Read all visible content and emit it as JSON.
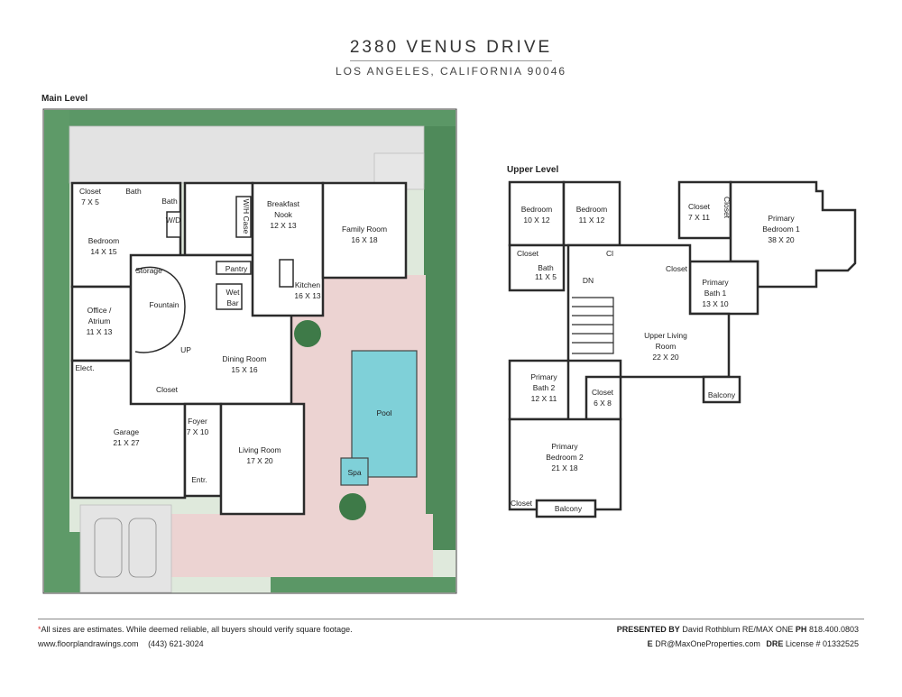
{
  "header": {
    "title": "2380 VENUS DRIVE",
    "subtitle": "LOS ANGELES, CALIFORNIA 90046"
  },
  "main_level": {
    "label": "Main Level",
    "rooms": [
      {
        "name": "Closet",
        "dims": "7 X 5"
      },
      {
        "name": "Bath",
        "dims": ""
      },
      {
        "name": "Bath",
        "dims": ""
      },
      {
        "name": "W/D",
        "dims": ""
      },
      {
        "name": "W/H Case",
        "dims": ""
      },
      {
        "name": "Bedroom",
        "dims": "14 X 15"
      },
      {
        "name": "Storage",
        "dims": ""
      },
      {
        "name": "Fountain",
        "dims": ""
      },
      {
        "name": "Office / Atrium",
        "dims": "11 X 13"
      },
      {
        "name": "UP",
        "dims": ""
      },
      {
        "name": "Elect.",
        "dims": ""
      },
      {
        "name": "Closet",
        "dims": ""
      },
      {
        "name": "Garage",
        "dims": "21 X 27"
      },
      {
        "name": "Breakfast Nook",
        "dims": "12 X 13"
      },
      {
        "name": "Family Room",
        "dims": "16 X 18"
      },
      {
        "name": "Pantry",
        "dims": ""
      },
      {
        "name": "Wet Bar",
        "dims": ""
      },
      {
        "name": "Kitchen",
        "dims": "16 X 13"
      },
      {
        "name": "Dining Room",
        "dims": "15 X 16"
      },
      {
        "name": "Foyer",
        "dims": "7 X 10"
      },
      {
        "name": "Entr.",
        "dims": ""
      },
      {
        "name": "Living Room",
        "dims": "17 X 20"
      },
      {
        "name": "Pool",
        "dims": ""
      },
      {
        "name": "Spa",
        "dims": ""
      }
    ]
  },
  "upper_level": {
    "label": "Upper Level",
    "rooms": [
      {
        "name": "Bedroom",
        "dims": "10 X 12"
      },
      {
        "name": "Bedroom",
        "dims": "11 X 12"
      },
      {
        "name": "Closet",
        "dims": "7 X 11"
      },
      {
        "name": "Closet",
        "dims": ""
      },
      {
        "name": "Primary Bedroom 1",
        "dims": "38 X 20"
      },
      {
        "name": "Closet",
        "dims": ""
      },
      {
        "name": "Cl",
        "dims": ""
      },
      {
        "name": "Bath",
        "dims": "11 X 5"
      },
      {
        "name": "DN",
        "dims": ""
      },
      {
        "name": "Closet",
        "dims": ""
      },
      {
        "name": "Primary Bath 1",
        "dims": "13 X 10"
      },
      {
        "name": "Upper Living Room",
        "dims": "22 X 20"
      },
      {
        "name": "Balcony",
        "dims": ""
      },
      {
        "name": "Primary Bath 2",
        "dims": "12 X 11"
      },
      {
        "name": "Closet",
        "dims": "6 X 8"
      },
      {
        "name": "Primary Bedroom 2",
        "dims": "21 X 18"
      },
      {
        "name": "Closet",
        "dims": ""
      },
      {
        "name": "Balcony",
        "dims": ""
      }
    ]
  },
  "footer": {
    "asterisk": "*",
    "disclaimer": "All sizes are estimates. While deemed reliable, all buyers should verify square footage.",
    "website": "www.floorplandrawings.com",
    "phone": "(443) 621-3024",
    "presented_by_label": "PRESENTED BY",
    "presenter": "David Rothblum",
    "brokerage": "RE/MAX ONE",
    "ph_label": "PH",
    "presenter_phone": "818.400.0803",
    "email_label": "E",
    "email": "DR@MaxOneProperties.com",
    "dre_label": "DRE",
    "license": "License # 01332525"
  },
  "colors": {
    "wall": "#2b2b2b",
    "greenery": "#4f8a5a",
    "patio": "#ecd3d2",
    "pool": "#7fd0d8",
    "driveway": "#e2e2e2"
  }
}
